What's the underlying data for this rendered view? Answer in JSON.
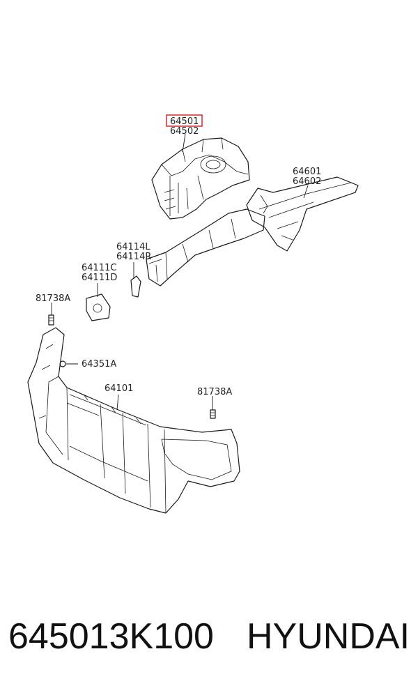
{
  "diagram": {
    "highlight_color": "#d62a2a",
    "labels": {
      "l64501": "64501",
      "l64502": "64502",
      "l64601": "64601",
      "l64602": "64602",
      "l64114L": "64114L",
      "l64114R": "64114R",
      "l64111C": "64111C",
      "l64111D": "64111D",
      "l81738A_left": "81738A",
      "l64351A": "64351A",
      "l64101": "64101",
      "l81738A_right": "81738A"
    }
  },
  "caption": {
    "part_number": "645013K100",
    "brand": "HYUNDAI"
  }
}
